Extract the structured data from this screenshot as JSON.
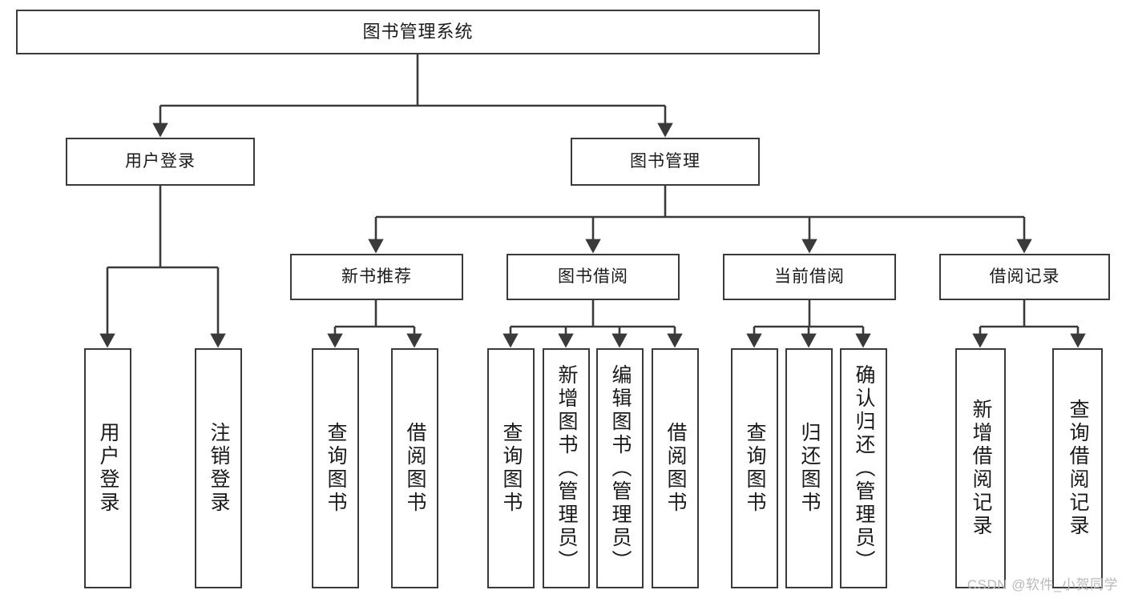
{
  "diagram": {
    "title": "图书管理系统",
    "type": "hierarchy-tree",
    "edge_color": "#3a3a3a",
    "box_border_color": "#3a3a3a",
    "background": "#ffffff",
    "nodes": {
      "root": {
        "label": "图书管理系统"
      },
      "level2": [
        {
          "id": "user-login",
          "label": "用户登录"
        },
        {
          "id": "book-manage",
          "label": "图书管理"
        }
      ],
      "level3": [
        {
          "id": "new-book-recommend",
          "label": "新书推荐"
        },
        {
          "id": "book-borrow",
          "label": "图书借阅"
        },
        {
          "id": "current-borrow",
          "label": "当前借阅"
        },
        {
          "id": "borrow-record",
          "label": "借阅记录"
        }
      ],
      "leaves": {
        "user_login": [
          {
            "id": "leaf-user-login",
            "label": "用户登录"
          },
          {
            "id": "leaf-logout",
            "label": "注销登录"
          }
        ],
        "new_book_recommend": [
          {
            "id": "leaf-query-book-1",
            "label": "查询图书"
          },
          {
            "id": "leaf-borrow-book-1",
            "label": "借阅图书"
          }
        ],
        "book_borrow": [
          {
            "id": "leaf-query-book-2",
            "label": "查询图书"
          },
          {
            "id": "leaf-add-book",
            "label": "新增图书（管理员）"
          },
          {
            "id": "leaf-edit-book",
            "label": "编辑图书（管理员）"
          },
          {
            "id": "leaf-borrow-book-2",
            "label": "借阅图书"
          }
        ],
        "current_borrow": [
          {
            "id": "leaf-query-book-3",
            "label": "查询图书"
          },
          {
            "id": "leaf-return-book",
            "label": "归还图书"
          },
          {
            "id": "leaf-confirm-return",
            "label": "确认归还（管理员）"
          }
        ],
        "borrow_record": [
          {
            "id": "leaf-add-record",
            "label": "新增借阅记录"
          },
          {
            "id": "leaf-query-record",
            "label": "查询借阅记录"
          }
        ]
      }
    },
    "watermark": "CSDN @软件_小贺同学"
  }
}
